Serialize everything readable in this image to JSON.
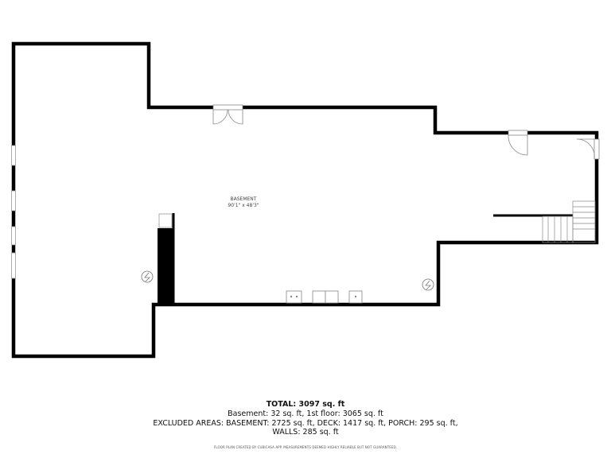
{
  "room": {
    "name": "BASEMENT",
    "dimensions": "90'1\" x 48'3\""
  },
  "summary": {
    "total": "TOTAL: 3097 sq. ft",
    "areas": "Basement: 32 sq. ft, 1st floor: 3065 sq. ft",
    "excluded": "EXCLUDED AREAS: BASEMENT: 2725 sq. ft, DECK: 1417 sq. ft, PORCH: 295 sq. ft,",
    "walls": "WALLS: 285 sq. ft",
    "disclaimer": "FLOOR PLAN CREATED BY CUBICASA APP. MEASUREMENTS DEEMED HIGHLY RELIABLE BUT NOT GUARANTEED."
  },
  "colors": {
    "wall": "#000000",
    "fixture": "#888888"
  }
}
